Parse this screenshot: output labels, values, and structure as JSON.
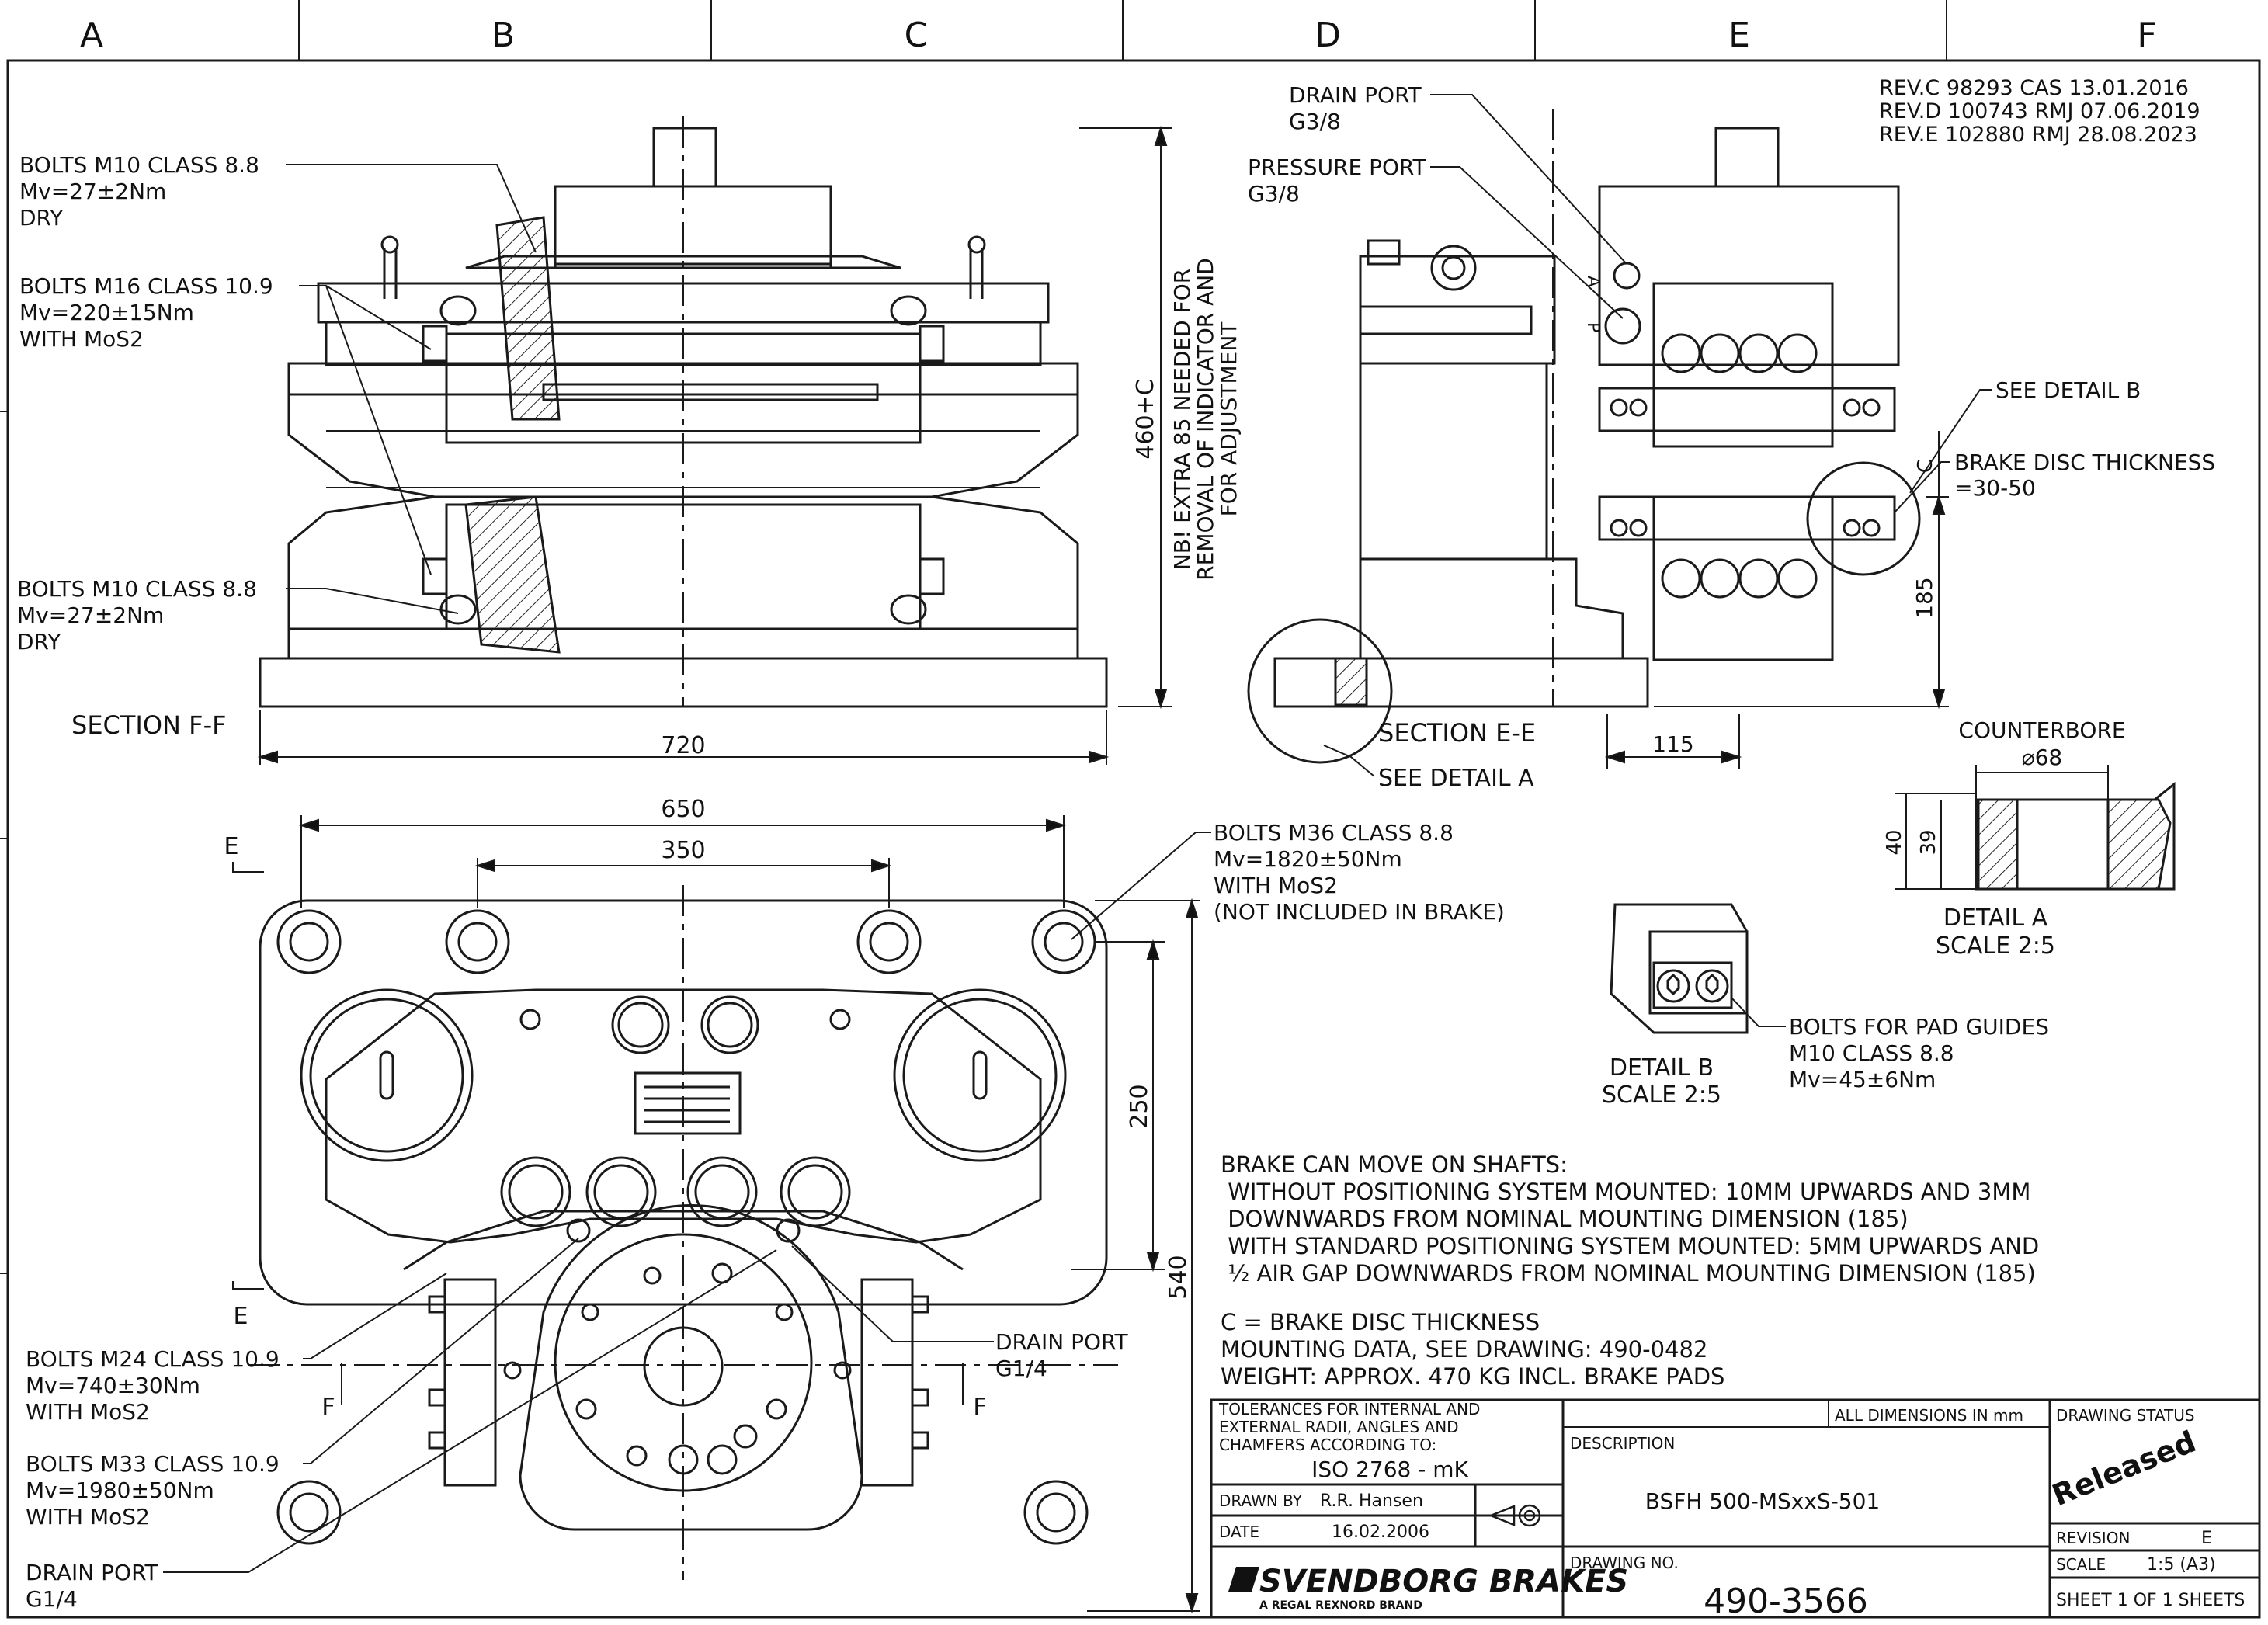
{
  "zones": [
    "A",
    "B",
    "C",
    "D",
    "E",
    "F"
  ],
  "revisions": [
    "REV.C  98293 CAS 13.01.2016",
    "REV.D 100743 RMJ 07.06.2019",
    "REV.E 102880 RMJ 28.08.2023"
  ],
  "section_ff": {
    "title": "SECTION  F-F",
    "callouts": {
      "bolts_m10_top": [
        "BOLTS M10 CLASS 8.8",
        "Mv=27±2Nm",
        "DRY"
      ],
      "bolts_m16": [
        "BOLTS M16 CLASS 10.9",
        "Mv=220±15Nm",
        "WITH MoS2"
      ],
      "bolts_m10_bottom": [
        "BOLTS M10 CLASS 8.8",
        "Mv=27±2Nm",
        "DRY"
      ]
    },
    "dim_width": "720",
    "dim_height": "460+C",
    "note_vertical": [
      "NB! EXTRA 85 NEEDED FOR",
      "REMOVAL OF INDICATOR AND",
      "FOR ADJUSTMENT"
    ]
  },
  "section_ee": {
    "title": "SECTION  E-E",
    "see_detail_a": "SEE DETAIL  A",
    "see_detail_b": "SEE DETAIL  B",
    "drain_port": [
      "DRAIN PORT",
      "G3/8"
    ],
    "pressure_port": [
      "PRESSURE PORT",
      "G3/8"
    ],
    "brake_disc": [
      "BRAKE DISC THICKNESS",
      "=30-50"
    ],
    "dim_c": "C",
    "dim_185": "185",
    "dim_115": "115",
    "port_a": "A",
    "port_p": "P"
  },
  "detail_a": {
    "counterbore": "COUNTERBORE",
    "dia": "⌀68",
    "dim_40": "40",
    "dim_39": "39",
    "title": "DETAIL  A",
    "scale": "SCALE  2:5"
  },
  "detail_b": {
    "title": "DETAIL  B",
    "scale": "SCALE  2:5",
    "callout": [
      "BOLTS FOR PAD GUIDES",
      "M10 CLASS 8.8",
      "Mv=45±6Nm"
    ]
  },
  "plan_view": {
    "dim_650": "650",
    "dim_350": "350",
    "dim_250": "250",
    "dim_540": "540",
    "mark_e": "E",
    "mark_f": "F",
    "bolts_m36": [
      "BOLTS M36 CLASS 8.8",
      "Mv=1820±50Nm",
      "WITH MoS2",
      "(NOT INCLUDED IN BRAKE)"
    ],
    "bolts_m24": [
      "BOLTS M24 CLASS 10.9",
      "Mv=740±30Nm",
      "WITH MoS2"
    ],
    "bolts_m33": [
      "BOLTS M33 CLASS 10.9",
      "Mv=1980±50Nm",
      "WITH MoS2"
    ],
    "drain_port_left": [
      "DRAIN PORT",
      "G1/4"
    ],
    "drain_port_right": [
      "DRAIN PORT",
      "G1/4"
    ]
  },
  "notes": [
    "BRAKE CAN MOVE ON SHAFTS:",
    " WITHOUT POSITIONING SYSTEM MOUNTED: 10MM UPWARDS AND 3MM",
    " DOWNWARDS FROM NOMINAL MOUNTING DIMENSION (185)",
    " WITH STANDARD POSITIONING SYSTEM MOUNTED: 5MM UPWARDS AND",
    " ½ AIR GAP DOWNWARDS FROM NOMINAL MOUNTING DIMENSION (185)",
    "",
    "C = BRAKE DISC THICKNESS",
    "MOUNTING DATA, SEE DRAWING: 490-0482",
    "WEIGHT: APPROX. 470 KG INCL. BRAKE PADS"
  ],
  "title_block": {
    "tolerances": [
      "TOLERANCES FOR INTERNAL AND",
      "EXTERNAL RADII, ANGLES AND",
      "CHAMFERS ACCORDING TO:"
    ],
    "iso": "ISO 2768 - mK",
    "drawn_by_label": "DRAWN BY",
    "drawn_by": "R.R. Hansen",
    "date_label": "DATE",
    "date": "16.02.2006",
    "all_dims": "ALL DIMENSIONS IN mm",
    "description_label": "DESCRIPTION",
    "description": "BSFH 500-MSxxS-501",
    "drawing_no_label": "DRAWING NO.",
    "drawing_no": "490-3566",
    "drawing_status_label": "DRAWING STATUS",
    "status_stamp": "Released",
    "revision_label": "REVISION",
    "revision": "E",
    "scale_label": "SCALE",
    "scale": "1:5 (A3)",
    "sheet": "SHEET 1 OF 1 SHEETS",
    "company": "SVENDBORG BRAKES",
    "company_sub": "A REGAL REXNORD BRAND"
  }
}
